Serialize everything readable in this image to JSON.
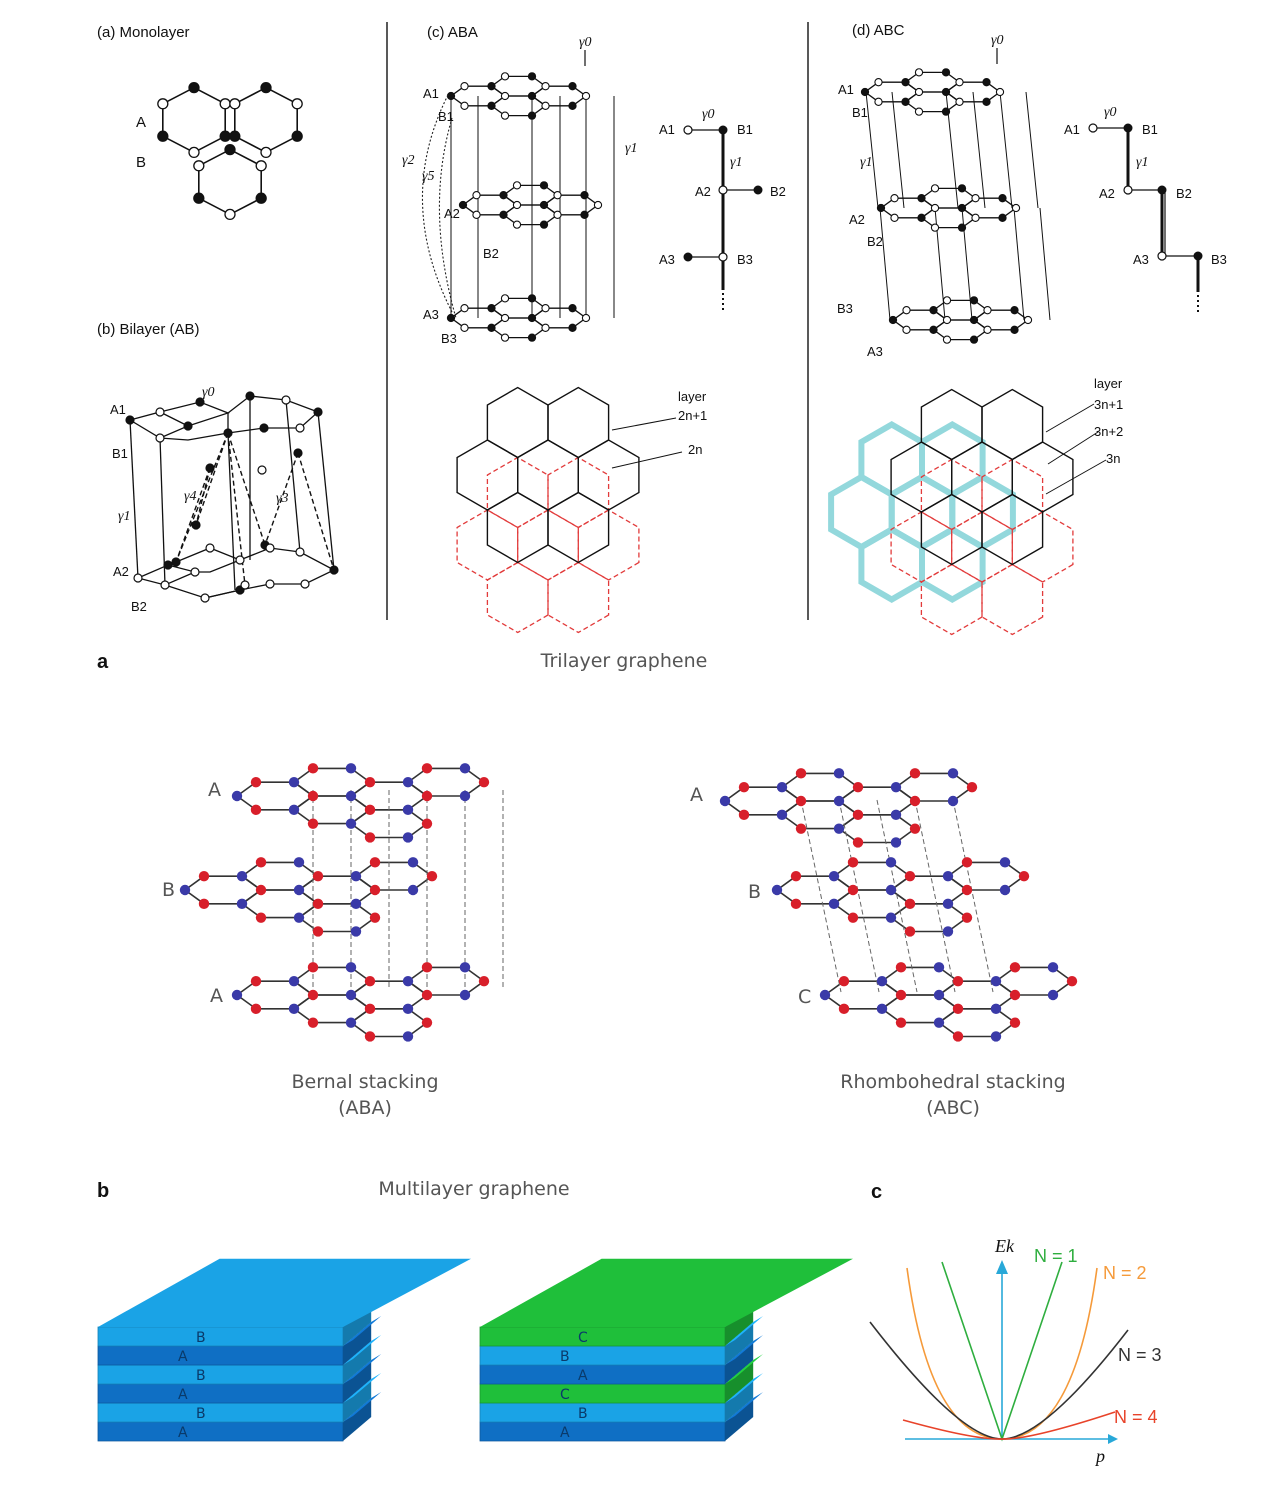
{
  "top_panels": {
    "mono": {
      "title": "(a) Monolayer",
      "labels": [
        "A",
        "B"
      ]
    },
    "bi": {
      "title": "(b) Bilayer (AB)",
      "labels": [
        "A1",
        "B1",
        "A2",
        "B2"
      ],
      "gammas": [
        "γ0",
        "γ1",
        "γ3",
        "γ4"
      ]
    },
    "aba": {
      "title": "(c) ABA",
      "labels": [
        "A1",
        "B1",
        "A2",
        "B2",
        "A3",
        "B3"
      ],
      "gammas": [
        "γ0",
        "γ1",
        "γ2",
        "γ5"
      ],
      "chain": [
        "A1",
        "B1",
        "A2",
        "B2",
        "A3",
        "B3"
      ],
      "chain_gammas": [
        "γ0",
        "γ1"
      ],
      "layer_label": "layer",
      "layer_a": "2n+1",
      "layer_b": "2n"
    },
    "abc": {
      "title": "(d) ABC",
      "labels": [
        "A1",
        "B1",
        "A2",
        "B2",
        "B3",
        "A3"
      ],
      "gammas": [
        "γ0",
        "γ1"
      ],
      "chain": [
        "A1",
        "B1",
        "A2",
        "B2",
        "A3",
        "B3"
      ],
      "chain_gammas": [
        "γ0",
        "γ1"
      ],
      "layer_label": "layer",
      "layer_a": "3n+1",
      "layer_b": "3n+2",
      "layer_c": "3n"
    }
  },
  "panel_a": {
    "letter": "a",
    "title": "Trilayer graphene",
    "bernal": {
      "layers": [
        "A",
        "B",
        "A"
      ],
      "caption_1": "Bernal stacking",
      "caption_2": "(ABA)"
    },
    "rhombo": {
      "layers": [
        "A",
        "B",
        "C"
      ],
      "caption_1": "Rhombohedral stacking",
      "caption_2": "(ABC)"
    },
    "colors": {
      "red_atom": "#d81f2a",
      "blue_atom": "#3a3aa8"
    }
  },
  "panel_b": {
    "letter": "b",
    "title": "Multilayer graphene",
    "aba_stack": [
      "B",
      "A",
      "B",
      "A",
      "B",
      "A"
    ],
    "abc_stack": [
      "C",
      "B",
      "A",
      "C",
      "B",
      "A"
    ],
    "colors": {
      "light_blue": "#1aa3e6",
      "dark_blue": "#0f6fc4",
      "green": "#1fbf3a"
    }
  },
  "panel_c": {
    "letter": "c",
    "y_axis": "Ek",
    "x_axis": "p",
    "curves": [
      {
        "label": "N = 1",
        "color": "#2fae3f"
      },
      {
        "label": "N = 2",
        "color": "#f59a3a"
      },
      {
        "label": "N = 3",
        "color": "#333333"
      },
      {
        "label": "N = 4",
        "color": "#e8432a"
      }
    ]
  }
}
